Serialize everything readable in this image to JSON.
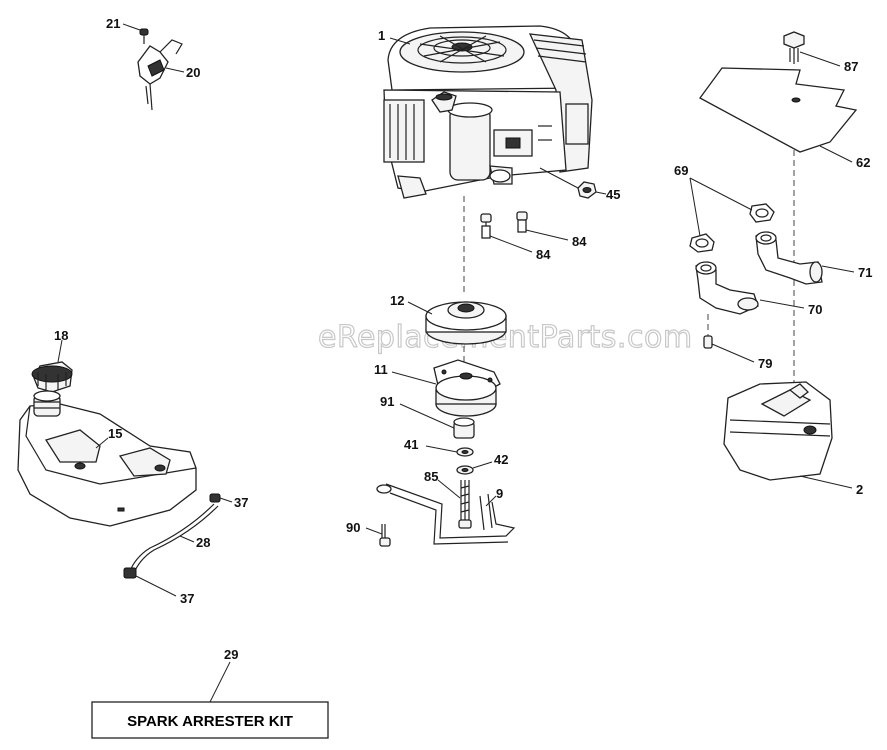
{
  "watermark": "eReplacementParts.com",
  "kit_box_label": "SPARK ARRESTER KIT",
  "callouts": {
    "c1": "1",
    "c2": "2",
    "c9": "9",
    "c11": "11",
    "c12": "12",
    "c15": "15",
    "c18": "18",
    "c20": "20",
    "c21": "21",
    "c28": "28",
    "c29": "29",
    "c37a": "37",
    "c37b": "37",
    "c41": "41",
    "c42": "42",
    "c45": "45",
    "c62": "62",
    "c69": "69",
    "c70": "70",
    "c71": "71",
    "c79": "79",
    "c84a": "84",
    "c84b": "84",
    "c85": "85",
    "c87": "87",
    "c90": "90",
    "c91": "91"
  }
}
